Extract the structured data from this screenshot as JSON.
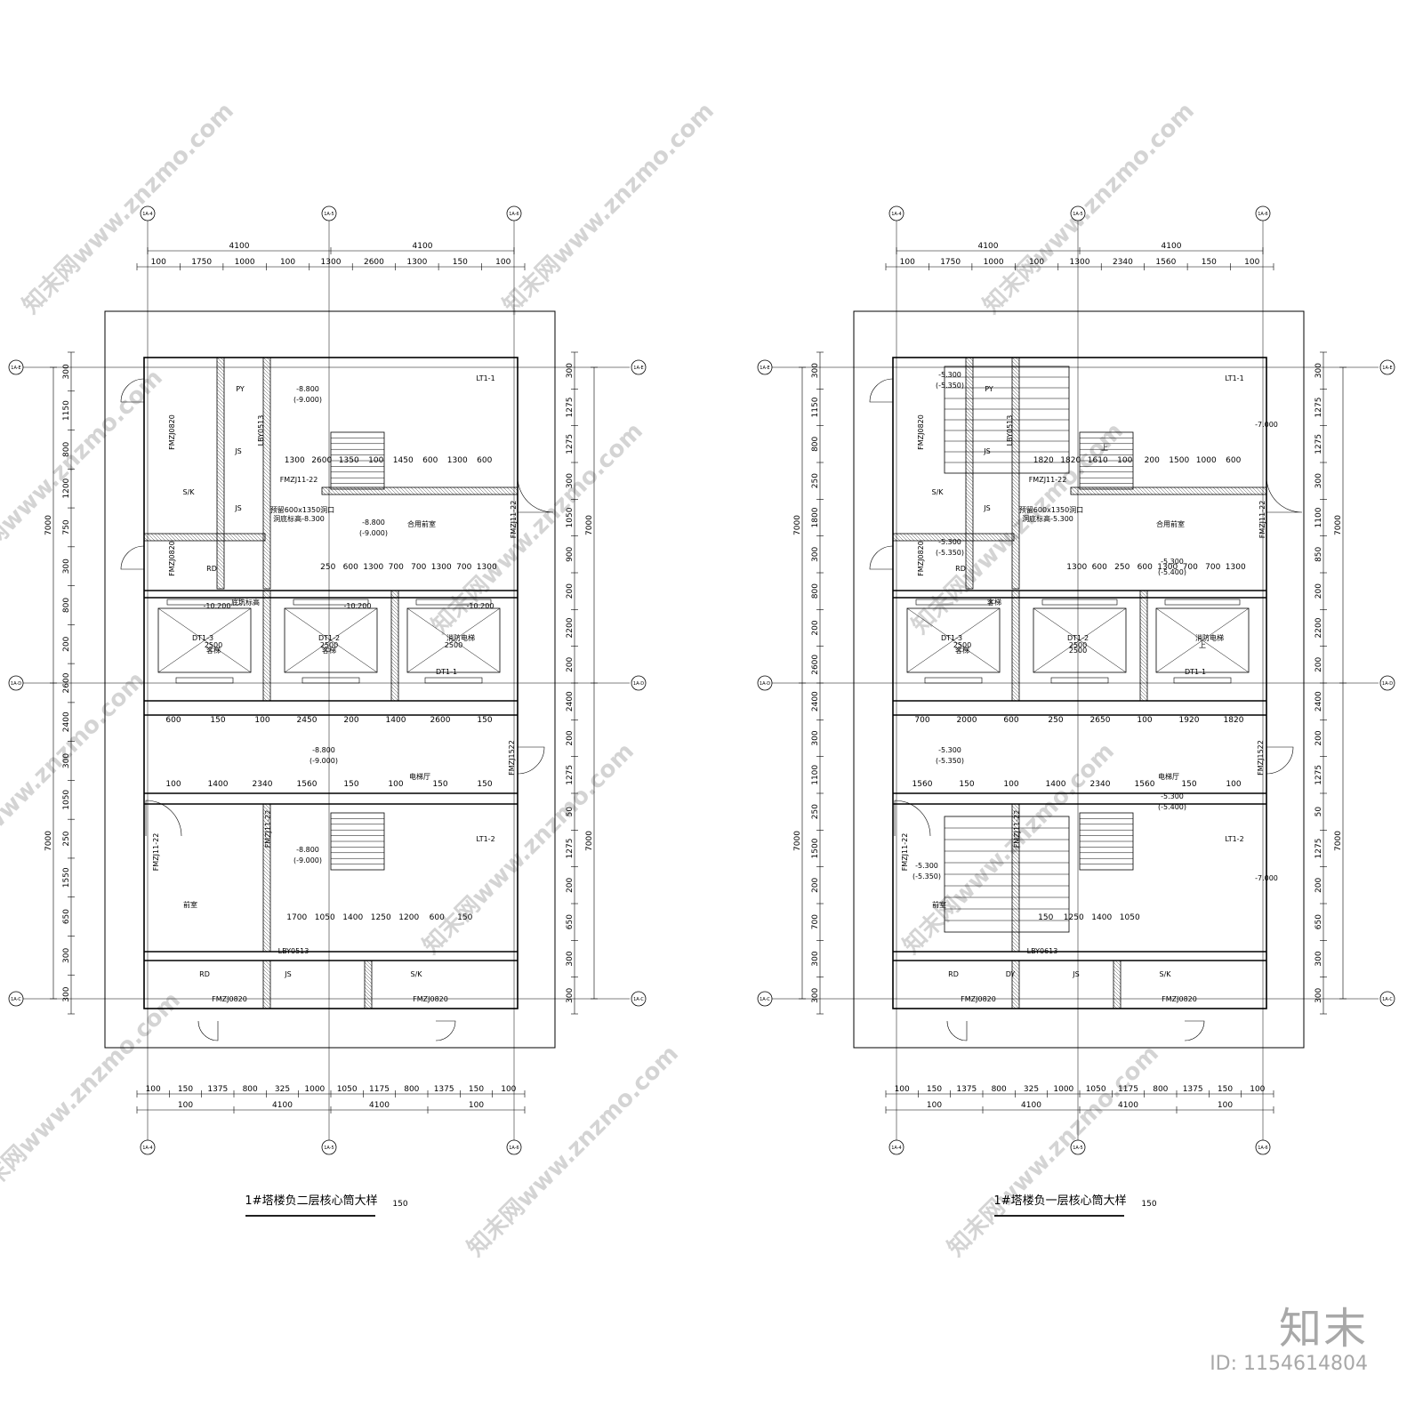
{
  "watermark": "知末网www.znzmo.com",
  "brand": {
    "logo": "知末",
    "id": "ID: 1154614804"
  },
  "plans": [
    {
      "title": "1#塔楼负二层核心筒大样",
      "scale": "150",
      "axes": {
        "top": [
          "1A-4",
          "1A-5",
          "1A-6"
        ],
        "bottom": [
          "1A-4",
          "1A-5",
          "1A-6"
        ],
        "left": [
          "1A-E",
          "1A-D",
          "1A-C"
        ],
        "right": [
          "1A-E",
          "1A-D",
          "1A-C"
        ]
      },
      "dims": {
        "top_total": [
          "4100",
          "4100"
        ],
        "top_detail": [
          "100",
          "1750",
          "1000",
          "100",
          "1300",
          "2600",
          "1300",
          "150",
          "100"
        ],
        "bottom_detail": [
          "100",
          "150",
          "1375",
          "800",
          "325",
          "1000",
          "1050",
          "1175",
          "800",
          "1375",
          "150",
          "100"
        ],
        "bottom_total": [
          "100",
          "4100",
          "4100",
          "100"
        ],
        "left_outer": [
          "300",
          "1150",
          "800",
          "1200",
          "750",
          "300",
          "800",
          "200",
          "2600",
          "2400",
          "300",
          "1050",
          "250",
          "1550",
          "650",
          "300",
          "300"
        ],
        "left_total": [
          "7000",
          "7000"
        ],
        "right_outer": [
          "300",
          "1275",
          "1275",
          "300",
          "1050",
          "900",
          "200",
          "2200",
          "200",
          "2400",
          "200",
          "1275",
          "50",
          "1275",
          "200",
          "650",
          "300",
          "300"
        ],
        "right_total": [
          "7000",
          "7000"
        ]
      },
      "rooms": [
        "PY",
        "JS",
        "S/K",
        "JS",
        "RD",
        "LT1-1",
        "合用前室",
        "DT1-3",
        "DT1-2",
        "消防电梯",
        "DT1-1",
        "电梯厅",
        "LT1-2",
        "前室",
        "RD",
        "JS",
        "S/K"
      ],
      "tags": [
        "FMZJ0820",
        "LBY0513",
        "FMZJ11-22",
        "预留600x1350洞口",
        "洞底标高-8.300",
        "FMZJ0820",
        "FMZJ11-22",
        "FMZJ1522",
        "FMZJ11-22",
        "FMZJ11-22",
        "LBY0513",
        "FMZJ0820",
        "FMZJ0820",
        "底坑标高",
        "客梯",
        "客梯",
        "2500",
        "2500",
        "2500"
      ],
      "levels": [
        "-8.800",
        "(-9.000)",
        "-8.800",
        "(-9.000)",
        "-10.200",
        "-10.200",
        "-10.200",
        "-8.800",
        "(-9.000)",
        "-8.800",
        "(-9.000)"
      ],
      "inner_dims": [
        "1300",
        "2600",
        "1350",
        "100",
        "1450",
        "600",
        "1300",
        "600",
        "250",
        "600",
        "1300",
        "700",
        "700",
        "1300",
        "700",
        "1300",
        "600",
        "150",
        "100",
        "2450",
        "200",
        "1400",
        "2600",
        "150",
        "100",
        "1400",
        "2340",
        "1560",
        "150",
        "100",
        "150",
        "150",
        "1700",
        "1050",
        "1400",
        "1250",
        "1200",
        "600",
        "150"
      ]
    },
    {
      "title": "1#塔楼负一层核心筒大样",
      "scale": "150",
      "axes": {
        "top": [
          "1A-4",
          "1A-5",
          "1A-6"
        ],
        "bottom": [
          "1A-4",
          "1A-5",
          "1A-6"
        ],
        "left": [
          "1A-E",
          "1A-D",
          "1A-C"
        ],
        "right": [
          "1A-E",
          "1A-D",
          "1A-C"
        ]
      },
      "dims": {
        "top_total": [
          "4100",
          "4100"
        ],
        "top_detail": [
          "100",
          "1750",
          "1000",
          "100",
          "1300",
          "2340",
          "1560",
          "150",
          "100"
        ],
        "bottom_detail": [
          "100",
          "150",
          "1375",
          "800",
          "325",
          "1000",
          "1050",
          "1175",
          "800",
          "1375",
          "150",
          "100"
        ],
        "bottom_total": [
          "100",
          "4100",
          "4100",
          "100"
        ],
        "left_outer": [
          "300",
          "1150",
          "800",
          "250",
          "1800",
          "300",
          "800",
          "200",
          "2600",
          "2400",
          "300",
          "1100",
          "250",
          "1500",
          "200",
          "700",
          "300",
          "300"
        ],
        "left_total": [
          "7000",
          "7000"
        ],
        "right_outer": [
          "300",
          "1275",
          "1275",
          "300",
          "1100",
          "850",
          "200",
          "2200",
          "200",
          "2400",
          "200",
          "1275",
          "50",
          "1275",
          "200",
          "650",
          "300",
          "300"
        ],
        "right_total": [
          "7000",
          "7000"
        ]
      },
      "rooms": [
        "PY",
        "JS",
        "S/K",
        "JS",
        "RD",
        "LT1-1",
        "合用前室",
        "DT1-3",
        "DT1-2",
        "消防电梯",
        "DT1-1",
        "电梯厅",
        "LT1-2",
        "前室",
        "RD",
        "DY",
        "JS",
        "S/K"
      ],
      "tags": [
        "FMZJ0820",
        "LBY0513",
        "FMZJ11-22",
        "预留600x1350洞口",
        "洞底标高-5.300",
        "FMZJ0820",
        "FMZJ11-22",
        "FMZJ1522",
        "FMZJ11-22",
        "FMZJ11-22",
        "LBY0613",
        "FMZJ0820",
        "FMZJ0820",
        "客梯",
        "客梯",
        "2500",
        "2500",
        "2500",
        "上",
        "上"
      ],
      "levels": [
        "-5.300",
        "(-5.350)",
        "-7.000",
        "-5.300",
        "(-5.350)",
        "-5.300",
        "(-5.400)",
        "-5.300",
        "(-5.350)",
        "-5.300",
        "(-5.400)",
        "-5.300",
        "(-5.350)",
        "-7.000"
      ],
      "inner_dims": [
        "1820",
        "1820",
        "1610",
        "100",
        "200",
        "1500",
        "1000",
        "600",
        "1300",
        "600",
        "250",
        "600",
        "1300",
        "700",
        "700",
        "1300",
        "700",
        "2000",
        "600",
        "250",
        "2650",
        "100",
        "1920",
        "1820",
        "1560",
        "150",
        "100",
        "1400",
        "2340",
        "1560",
        "150",
        "100",
        "150",
        "1250",
        "1400",
        "1050"
      ]
    }
  ]
}
